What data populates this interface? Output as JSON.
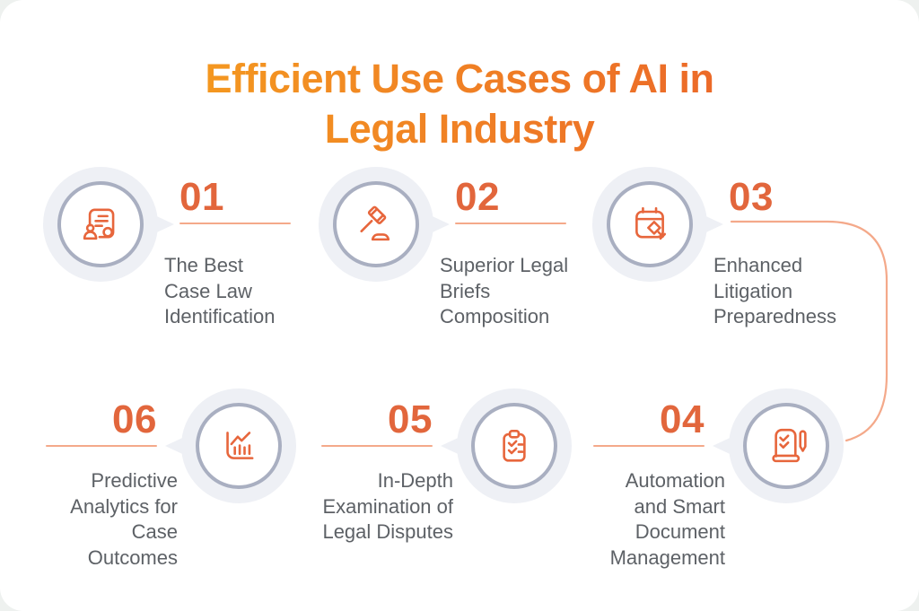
{
  "title": {
    "line1": "Efficient Use Cases of AI in",
    "line2": "Legal Industry"
  },
  "colors": {
    "title_gradient_start": "#F6A31E",
    "title_gradient_end": "#E95C2B",
    "number_accent": "#E2663C",
    "icon_stroke": "#E7663C",
    "underline": "#F4A98A",
    "connector": "#F4A98A",
    "circle_ring": "#A9AFC1",
    "circle_halo": "#EEF0F5",
    "label_text": "#5D6166",
    "background": "#FFFFFF"
  },
  "items": [
    {
      "number": "01",
      "icon": "person-document-icon",
      "label_lines": [
        "The Best",
        "Case Law",
        "Identification"
      ]
    },
    {
      "number": "02",
      "icon": "gavel-icon",
      "label_lines": [
        "Superior Legal",
        "Briefs",
        "Composition"
      ]
    },
    {
      "number": "03",
      "icon": "calendar-pin-icon",
      "label_lines": [
        "Enhanced",
        "Litigation",
        "Preparedness"
      ]
    },
    {
      "number": "04",
      "icon": "scroll-pen-icon",
      "label_lines": [
        "Automation",
        "and Smart",
        "Document",
        "Management"
      ]
    },
    {
      "number": "05",
      "icon": "clipboard-checklist-icon",
      "label_lines": [
        "In-Depth",
        "Examination of",
        "Legal Disputes"
      ]
    },
    {
      "number": "06",
      "icon": "analytics-chart-icon",
      "label_lines": [
        "Predictive",
        "Analytics for",
        "Case",
        "Outcomes"
      ]
    }
  ]
}
